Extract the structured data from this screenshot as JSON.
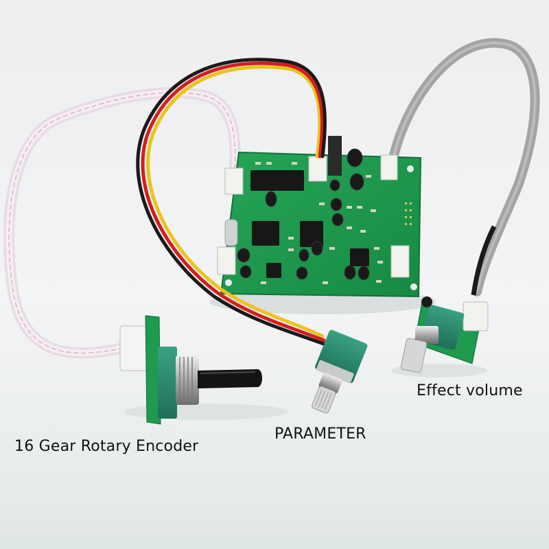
{
  "labels": {
    "encoder": "16 Gear Rotary Encoder",
    "parameter": "PARAMETER",
    "effect": "Effect volume"
  },
  "colors": {
    "pcb": "#1f9a4e",
    "knob_green": "#2c8a70",
    "cable_grey": "#9a9c9e",
    "ribbon": "#efe4ec",
    "wire_red": "#d21f1f",
    "wire_yellow": "#e8c21a",
    "wire_black": "#1a1a1a"
  }
}
